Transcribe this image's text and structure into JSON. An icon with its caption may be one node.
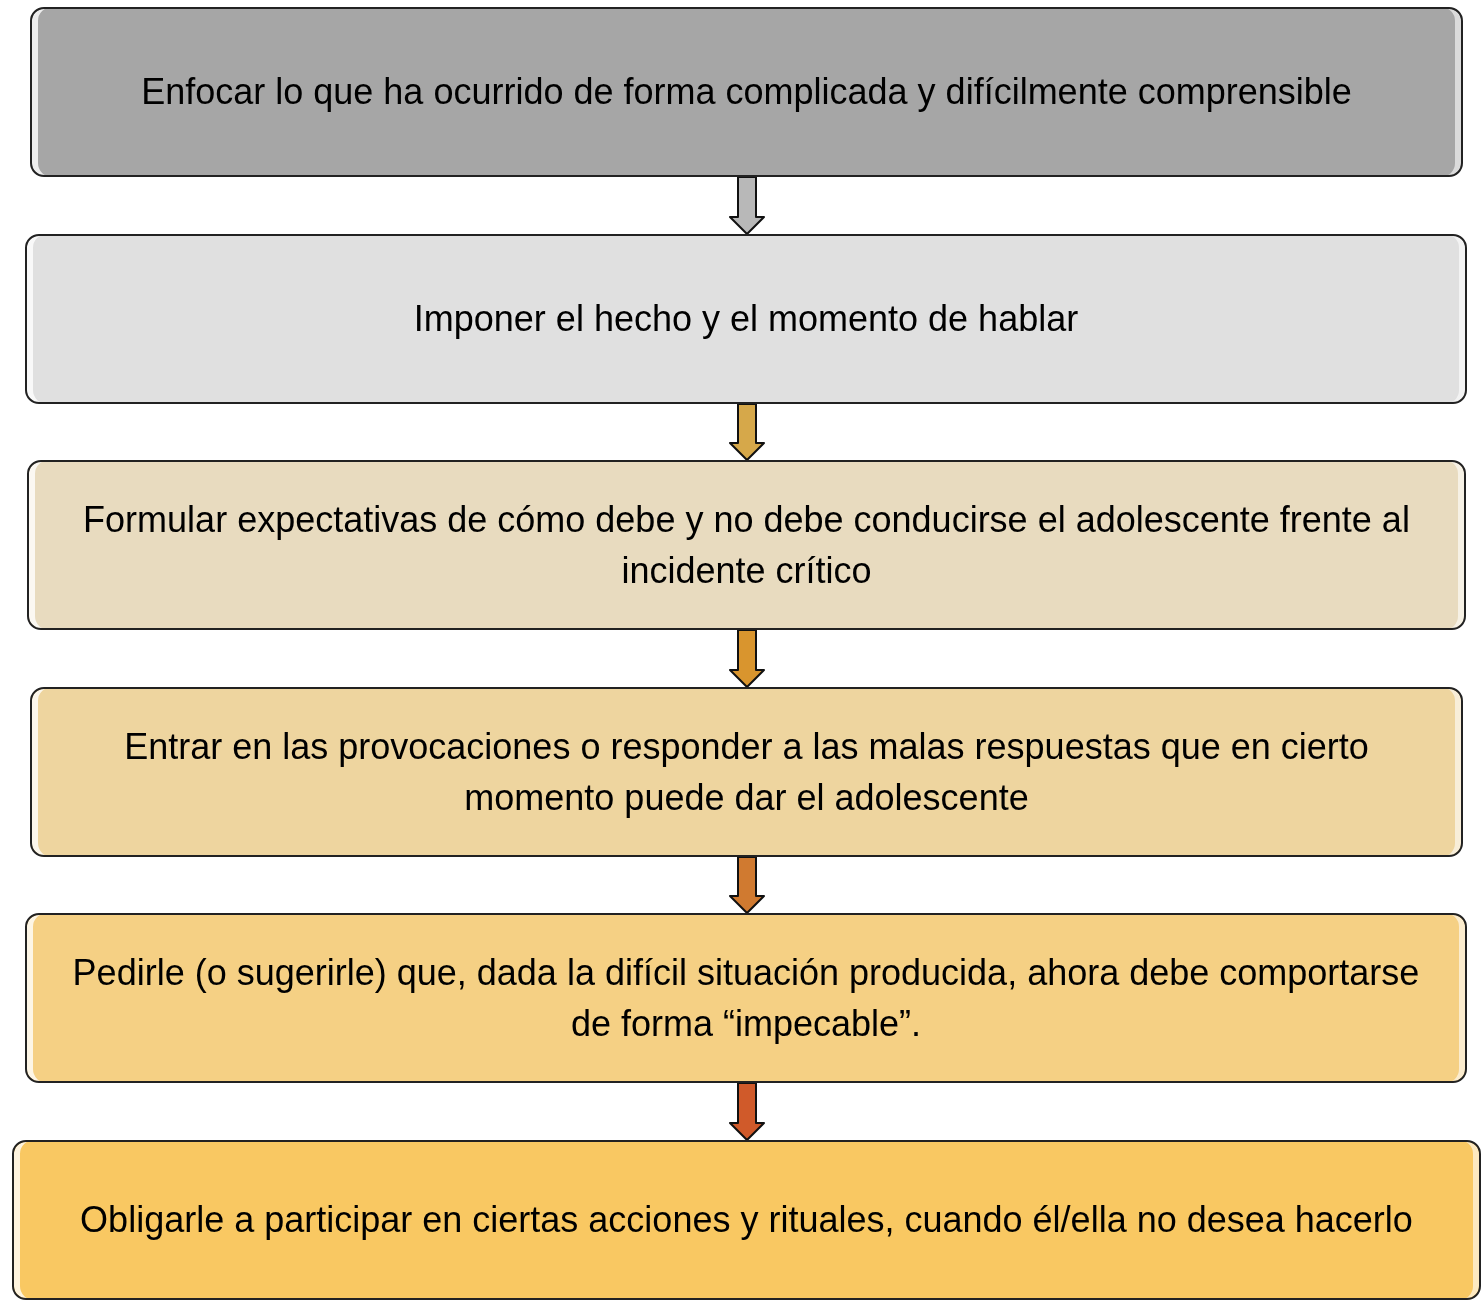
{
  "diagram": {
    "nodes": [
      {
        "text": [
          "Enfocar lo que ha ocurrido de forma complicada y difícilmente comprensible"
        ]
      },
      {
        "text": [
          "Imponer el hecho y el momento de hablar"
        ]
      },
      {
        "text": [
          "Formular expectativas de cómo debe y no debe conducirse el adolescente frente al incidente crítico"
        ]
      },
      {
        "text": [
          "Entrar en las provocaciones o responder a las malas respuestas que en cierto momento puede dar el adolescente"
        ]
      },
      {
        "text": [
          "Pedirle (o sugerirle) que, dada la difícil situación producida, ahora debe comportarse de forma “impecable”."
        ]
      },
      {
        "text": [
          "Obligarle a participar en ciertas acciones y rituales, cuando él/ella no desea hacerlo"
        ]
      }
    ],
    "edges": [
      {
        "from": 0,
        "to": 1,
        "arrow": "to",
        "color": "#b8b8b8"
      },
      {
        "from": 1,
        "to": 2,
        "arrow": "to",
        "color": "#d6a84a"
      },
      {
        "from": 2,
        "to": 3,
        "arrow": "to",
        "color": "#d9952e"
      },
      {
        "from": 3,
        "to": 4,
        "arrow": "to",
        "color": "#d07a30"
      },
      {
        "from": 4,
        "to": 5,
        "arrow": "to",
        "color": "#d05a2a"
      }
    ]
  }
}
